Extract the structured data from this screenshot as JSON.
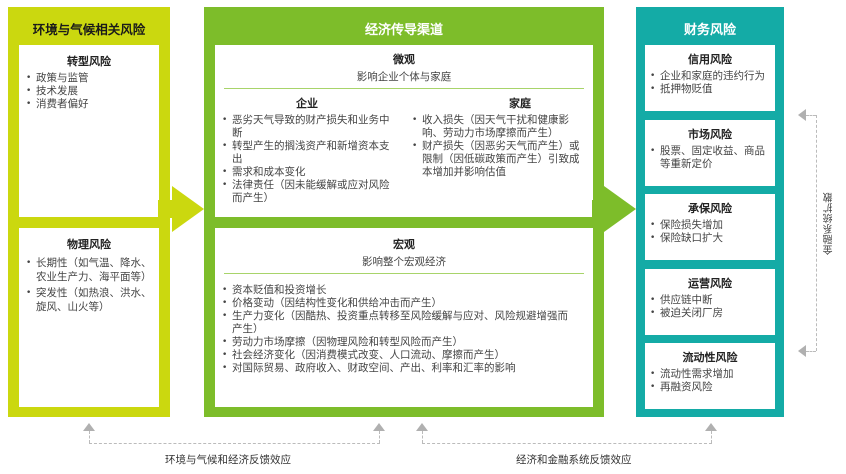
{
  "env": {
    "title": "环境与气候相关风险",
    "transition": {
      "title": "转型风险",
      "items": [
        "政策与监管",
        "技术发展",
        "消费者偏好"
      ]
    },
    "physical": {
      "title": "物理风险",
      "items": [
        "长期性（如气温、降水、农业生产力、海平面等）",
        "突发性（如热浪、洪水、旋风、山火等）"
      ]
    }
  },
  "econ": {
    "title": "经济传导渠道",
    "micro": {
      "title": "微观",
      "subtitle": "影响企业个体与家庭",
      "corporate": {
        "title": "企业",
        "items": [
          "恶劣天气导致的财产损失和业务中断",
          "转型产生的搁浅资产和新增资本支出",
          "需求和成本变化",
          "法律责任（因未能缓解或应对风险而产生）"
        ]
      },
      "household": {
        "title": "家庭",
        "items": [
          "收入损失（因天气干扰和健康影响、劳动力市场摩擦而产生）",
          "财产损失（因恶劣天气而产生）或限制（因低碳政策而产生）引致成本增加并影响估值"
        ]
      }
    },
    "macro": {
      "title": "宏观",
      "subtitle": "影响整个宏观经济",
      "items": [
        "资本贬值和投资增长",
        "价格变动（因结构性变化和供给冲击而产生）",
        "生产力变化（因酷热、投资重点转移至风险缓解与应对、风险规避增强而产生）",
        "劳动力市场摩擦（因物理风险和转型风险而产生）",
        "社会经济变化（因消费模式改变、人口流动、摩擦而产生）",
        "对国际贸易、政府收入、财政空间、产出、利率和汇率的影响"
      ]
    }
  },
  "fin": {
    "title": "财务风险",
    "boxes": [
      {
        "title": "信用风险",
        "items": [
          "企业和家庭的违约行为",
          "抵押物贬值"
        ]
      },
      {
        "title": "市场风险",
        "items": [
          "股票、固定收益、商品等重新定价"
        ]
      },
      {
        "title": "承保风险",
        "items": [
          "保险损失增加",
          "保险缺口扩大"
        ]
      },
      {
        "title": "运营风险",
        "items": [
          "供应链中断",
          "被迫关闭厂房"
        ]
      },
      {
        "title": "流动性风险",
        "items": [
          "流动性需求增加",
          "再融资风险"
        ]
      }
    ]
  },
  "feedback": {
    "env_econ": "环境与气候和经济反馈效应",
    "econ_fin": "经济和金融系统反馈效应",
    "fin_spread": "金融系统扩散"
  },
  "colors": {
    "env": "#cbd80f",
    "econ": "#7dbd2a",
    "fin": "#14aba6",
    "feedback": "#b0b0b0"
  }
}
